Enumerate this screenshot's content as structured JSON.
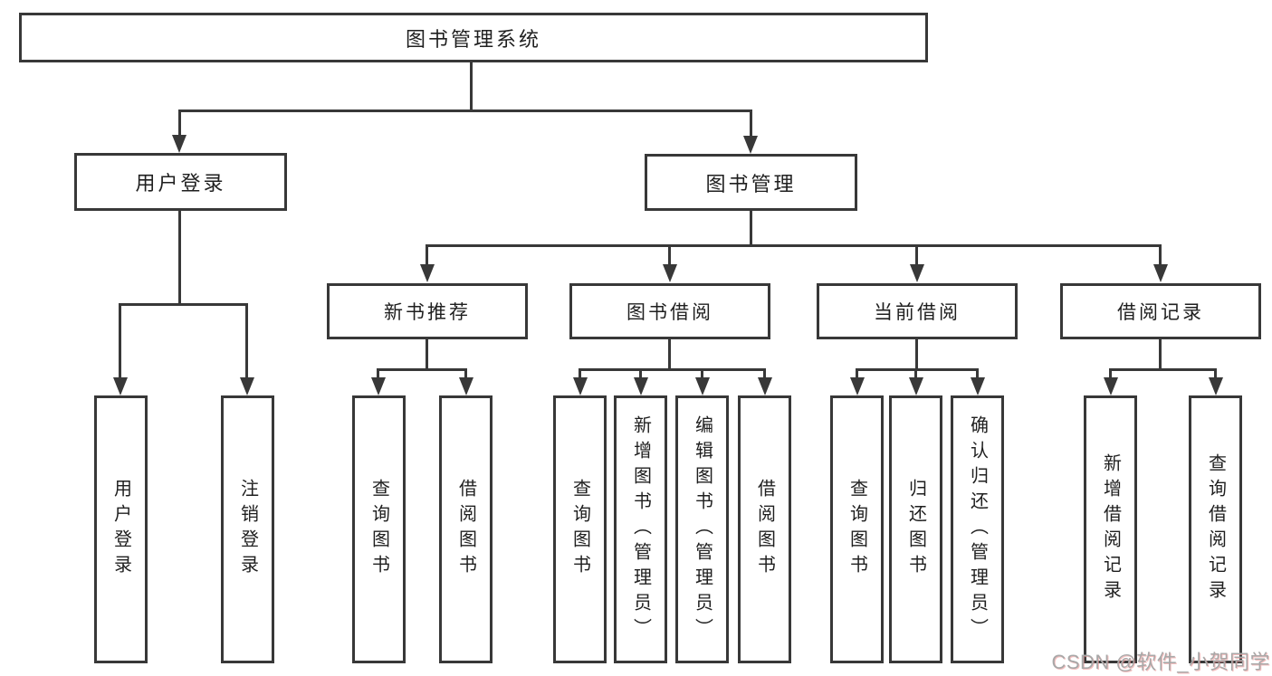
{
  "root": {
    "label": "图书管理系统"
  },
  "branches": {
    "user_login": {
      "label": "用户登录"
    },
    "book_management": {
      "label": "图书管理"
    }
  },
  "sections": {
    "new_book_recommend": {
      "label": "新书推荐"
    },
    "book_borrowing": {
      "label": "图书借阅"
    },
    "current_borrowing": {
      "label": "当前借阅"
    },
    "borrowing_records": {
      "label": "借阅记录"
    }
  },
  "leaves": {
    "user_login": {
      "label": "用户登录"
    },
    "logout": {
      "label": "注销登录"
    },
    "rec_query": {
      "label": "查询图书"
    },
    "rec_borrow": {
      "label": "借阅图书"
    },
    "bor_query": {
      "label": "查询图书"
    },
    "bor_add": {
      "label": "新增图书（管理员）"
    },
    "bor_edit": {
      "label": "编辑图书（管理员）"
    },
    "bor_borrow": {
      "label": "借阅图书"
    },
    "cur_query": {
      "label": "查询图书"
    },
    "cur_return": {
      "label": "归还图书"
    },
    "cur_confirm": {
      "label": "确认归还（管理员）"
    },
    "log_add": {
      "label": "新增借阅记录"
    },
    "log_query": {
      "label": "查询借阅记录"
    }
  },
  "watermark": {
    "text": "CSDN @软件_小贺同学"
  },
  "colors": {
    "line": "#383838",
    "text": "#1f1f1f",
    "watermark": "#a8a8a8"
  }
}
